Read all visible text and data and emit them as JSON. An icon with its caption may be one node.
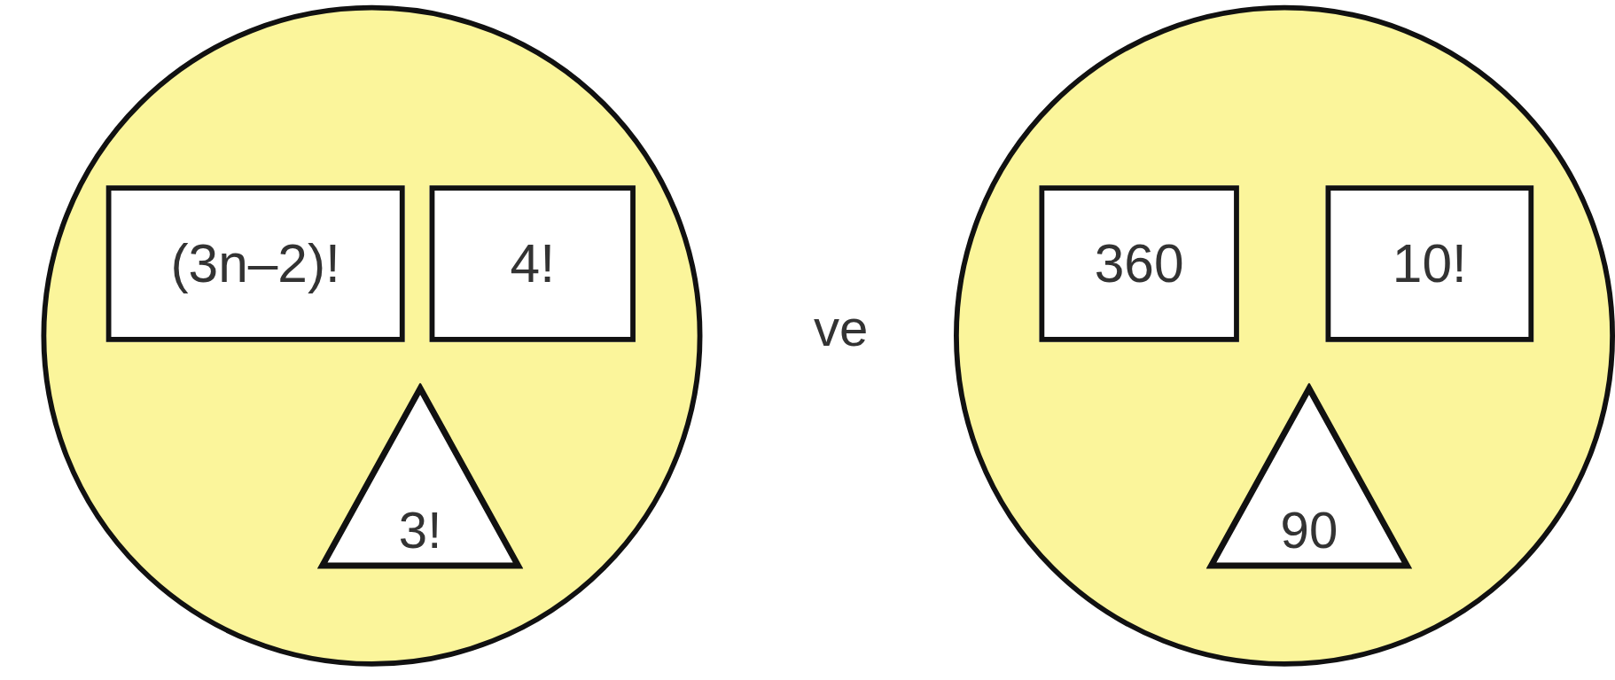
{
  "diagram": {
    "nodes": [
      {
        "text": [],
        "shape": "circle"
      },
      {
        "text": [
          "(3n–2)!"
        ],
        "in": 0
      },
      {
        "text": [
          "4!"
        ],
        "in": 0
      },
      {
        "text": [
          "3!"
        ],
        "in": 0
      },
      {
        "text": [],
        "shape": "circle"
      },
      {
        "text": [
          "360"
        ],
        "in": 4
      },
      {
        "text": [
          "10!"
        ],
        "in": 4
      },
      {
        "text": [
          "90"
        ],
        "in": 4
      }
    ],
    "edges": [],
    "labels": [
      "ve"
    ]
  }
}
